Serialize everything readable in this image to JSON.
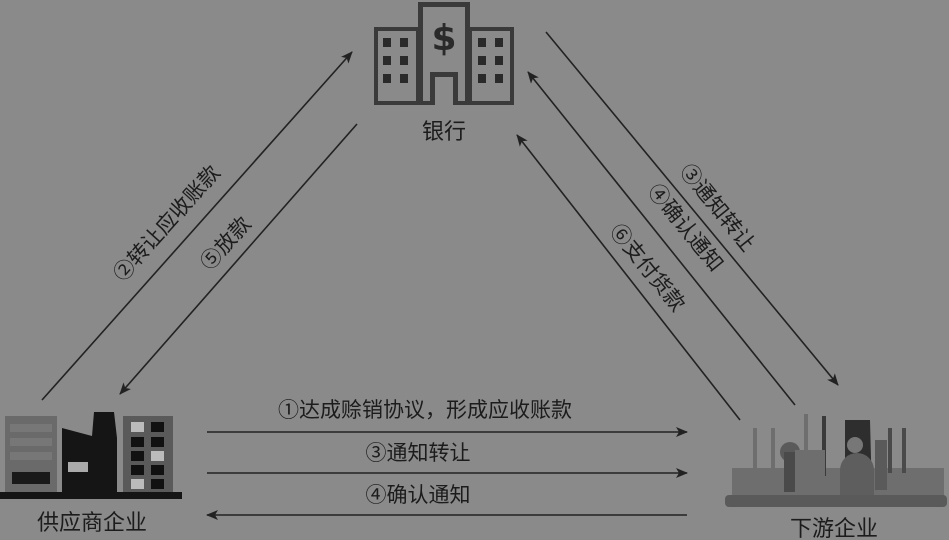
{
  "nodes": {
    "bank": "银行",
    "supplier": "供应商企业",
    "downstream": "下游企业"
  },
  "edges": [
    {
      "id": "supplier-to-bank-transfer",
      "label": "②转让应收账款",
      "from": "supplier",
      "to": "bank"
    },
    {
      "id": "bank-to-supplier-loan",
      "label": "⑤放款",
      "from": "bank",
      "to": "supplier"
    },
    {
      "id": "bank-to-downstream-notify",
      "label": "③通知转让",
      "from": "bank",
      "to": "downstream"
    },
    {
      "id": "downstream-to-bank-confirm",
      "label": "④确认通知",
      "from": "downstream",
      "to": "bank"
    },
    {
      "id": "downstream-to-bank-pay",
      "label": "⑥支付货款",
      "from": "downstream",
      "to": "bank"
    },
    {
      "id": "supplier-to-downstream-agreement",
      "label": "①达成赊销协议，形成应收账款",
      "from": "supplier",
      "to": "downstream"
    },
    {
      "id": "supplier-to-downstream-notify",
      "label": "③通知转让",
      "from": "supplier",
      "to": "downstream"
    },
    {
      "id": "downstream-to-supplier-confirm",
      "label": "④确认通知",
      "from": "downstream",
      "to": "supplier"
    }
  ],
  "colors": {
    "background": "#8a8a8a",
    "line": "#222222"
  }
}
